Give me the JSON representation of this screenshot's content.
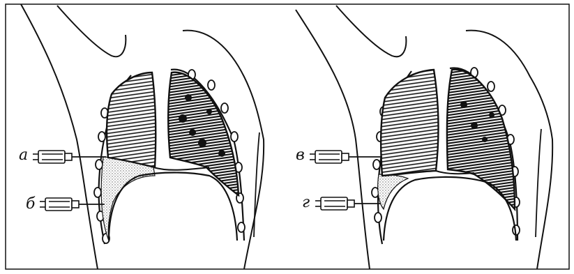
{
  "figure": {
    "panels": [
      {
        "id": "left",
        "markers": [
          {
            "label": "а"
          },
          {
            "label": "б"
          }
        ]
      },
      {
        "id": "right",
        "markers": [
          {
            "label": "в"
          },
          {
            "label": "г"
          }
        ]
      }
    ],
    "colors": {
      "ink": "#111111",
      "paper": "#ffffff"
    }
  }
}
